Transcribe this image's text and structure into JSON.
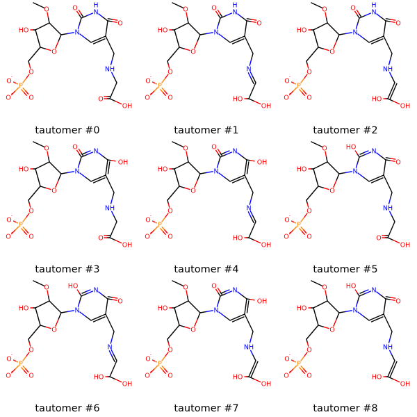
{
  "colors": {
    "carbon_bond": "#000000",
    "oxygen": "#ff0000",
    "nitrogen": "#0000ff",
    "phosphorus": "#ff8000"
  },
  "atom_labels": {
    "O": "O",
    "N": "N",
    "P": "P",
    "HO": "HO",
    "OH": "OH",
    "NH": "NH",
    "H": "H",
    "minus": "-"
  },
  "cells": [
    {
      "caption": "tautomer #0",
      "ring": "dione_NH",
      "tail": "amine_acid"
    },
    {
      "caption": "tautomer #1",
      "ring": "dione_NH",
      "tail": "imine_diol"
    },
    {
      "caption": "tautomer #2",
      "ring": "dione_NH",
      "tail": "enamine_enediol"
    },
    {
      "caption": "tautomer #3",
      "ring": "enol_4",
      "tail": "amine_acid"
    },
    {
      "caption": "tautomer #4",
      "ring": "enol_4",
      "tail": "imine_diol"
    },
    {
      "caption": "tautomer #5",
      "ring": "enol_2",
      "tail": "amine_acid"
    },
    {
      "caption": "tautomer #6",
      "ring": "enol_2",
      "tail": "imine_diol"
    },
    {
      "caption": "tautomer #7",
      "ring": "enol_4",
      "tail": "enamine_enediol"
    },
    {
      "caption": "tautomer #8",
      "ring": "enol_2",
      "tail": "enamine_enediol"
    }
  ]
}
